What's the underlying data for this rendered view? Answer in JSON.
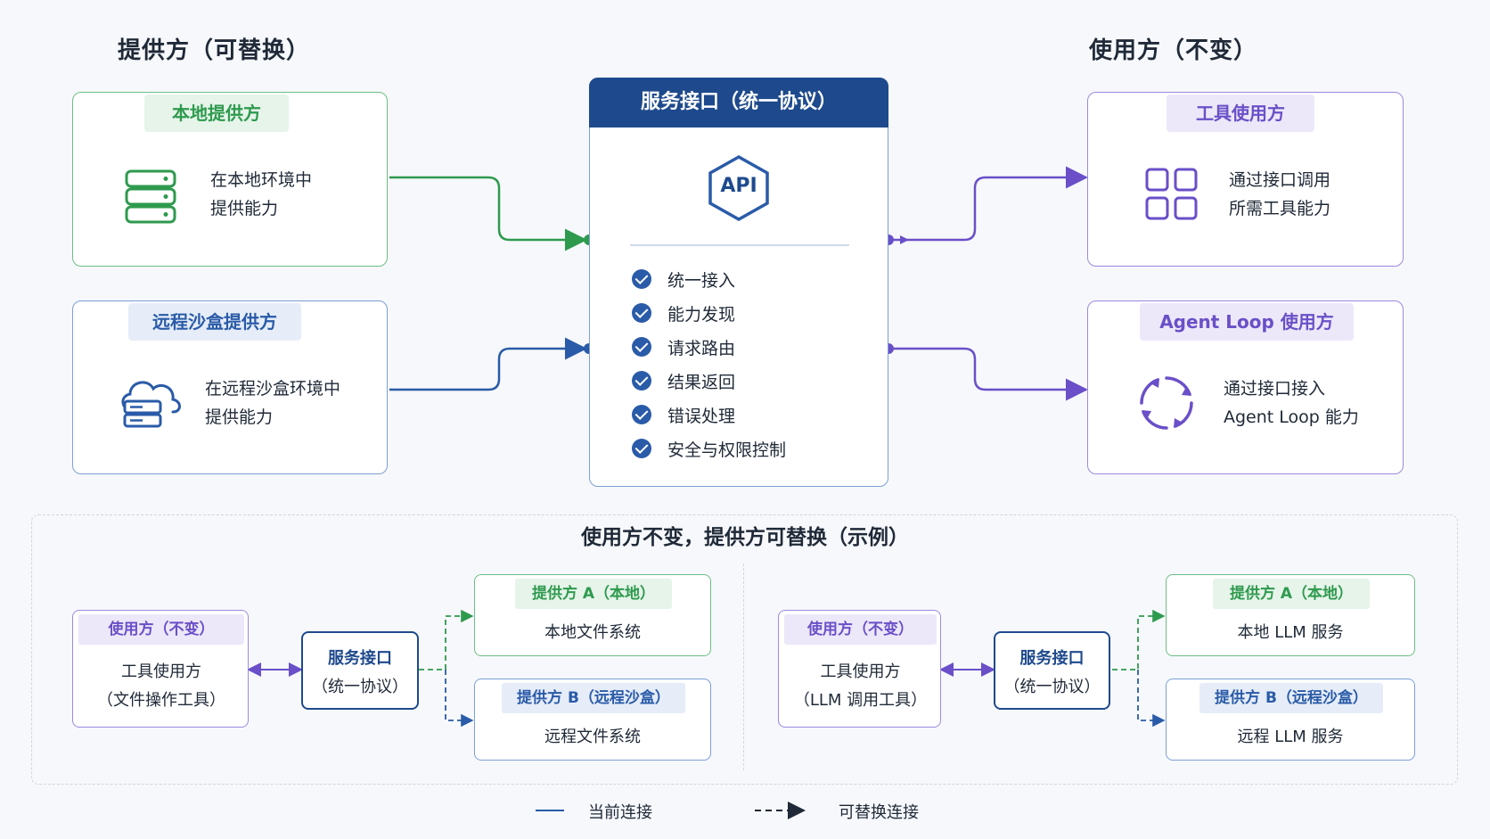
{
  "headings": {
    "providers": "提供方（可替换）",
    "consumers": "使用方（不变）"
  },
  "local_provider": {
    "tag": "本地提供方",
    "line1": "在本地环境中",
    "line2": "提供能力",
    "icon": "server-icon"
  },
  "remote_provider": {
    "tag": "远程沙盒提供方",
    "line1": "在远程沙盒环境中",
    "line2": "提供能力",
    "icon": "cloud-server-icon"
  },
  "service": {
    "title": "服务接口（统一协议）",
    "badge": "API",
    "features": [
      "统一接入",
      "能力发现",
      "请求路由",
      "结果返回",
      "错误处理",
      "安全与权限控制"
    ]
  },
  "tool_consumer": {
    "tag": "工具使用方",
    "line1": "通过接口调用",
    "line2": "所需工具能力",
    "icon": "grid-icon"
  },
  "agent_consumer": {
    "tag": "Agent Loop 使用方",
    "line1": "通过接口接入",
    "line2": "Agent Loop 能力",
    "icon": "loop-icon"
  },
  "example": {
    "title": "使用方不变，提供方可替换（示例）",
    "left": {
      "consumer_tag": "使用方（不变）",
      "consumer_line1": "工具使用方",
      "consumer_line2": "（文件操作工具）",
      "service_line1": "服务接口",
      "service_line2": "（统一协议）",
      "provider_a_tag": "提供方 A（本地）",
      "provider_a_text": "本地文件系统",
      "provider_b_tag": "提供方 B（远程沙盒）",
      "provider_b_text": "远程文件系统"
    },
    "right": {
      "consumer_tag": "使用方（不变）",
      "consumer_line1": "工具使用方",
      "consumer_line2": "（LLM 调用工具）",
      "service_line1": "服务接口",
      "service_line2": "（统一协议）",
      "provider_a_tag": "提供方 A（本地）",
      "provider_a_text": "本地 LLM 服务",
      "provider_b_tag": "提供方 B（远程沙盒）",
      "provider_b_text": "远程 LLM 服务"
    }
  },
  "legend": {
    "current": "当前连接",
    "replaceable": "可替换连接"
  },
  "colors": {
    "green": "#2e9a4e",
    "blue": "#2a5ba8",
    "purple": "#6a4fc8",
    "navy": "#1e4a8d",
    "green_tag_bg": "#e6f4ea",
    "blue_tag_bg": "#e6edf8",
    "purple_tag_bg": "#ece8f9"
  }
}
